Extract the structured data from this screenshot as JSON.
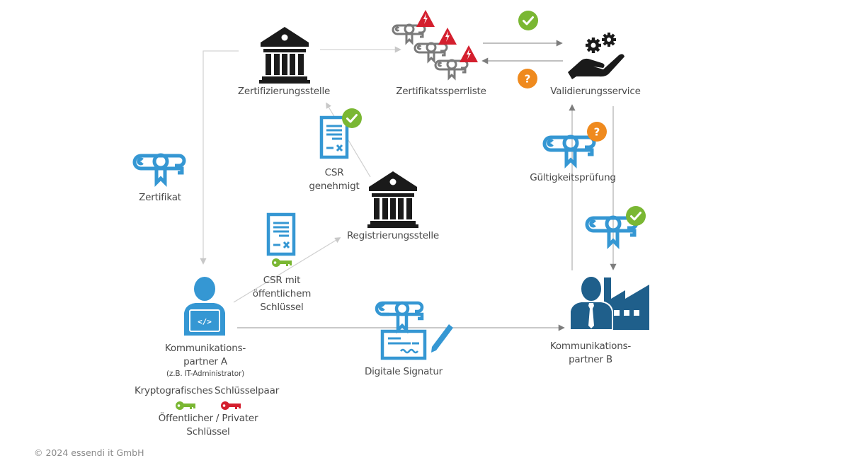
{
  "colors": {
    "blue": "#3597d3",
    "dark_blue": "#1f5f8b",
    "black": "#1a1a1a",
    "gray_icon": "#7a7a7a",
    "red": "#d41f2e",
    "green": "#7ab733",
    "orange": "#ef8a1e",
    "line": "#c8c8c8"
  },
  "nodes": {
    "zertifizierungsstelle": {
      "label": "Zertifizierungsstelle",
      "icon": "bank-building-icon"
    },
    "sperrliste": {
      "label": "Zertifikatssperrliste",
      "icon": "revoked-certificates-icon"
    },
    "validierungsservice": {
      "label": "Validierungsservice",
      "icon": "hand-gears-icon"
    },
    "zertifikat": {
      "label": "Zertifikat",
      "icon": "certificate-icon"
    },
    "csr_genehmigt": {
      "line1": "CSR",
      "line2": "genehmigt",
      "icon": "document-approved-icon"
    },
    "registrierungsstelle": {
      "label": "Registrierungsstelle",
      "icon": "bank-building-icon"
    },
    "gueltigkeitspruefung": {
      "label": "Gültigkeitsprüfung",
      "icon": "certificate-question-icon"
    },
    "gueltig": {
      "icon": "certificate-valid-icon"
    },
    "csr_mit_schluessel": {
      "line1": "CSR mit",
      "line2": "öffentlichem",
      "line3": "Schlüssel",
      "icon": "document-key-icon"
    },
    "partner_a": {
      "line1": "Kommunikations-",
      "line2": "partner A",
      "line3": "(z.B. IT-Administrator)",
      "icon": "developer-laptop-icon"
    },
    "signatur": {
      "label": "Digitale Signatur",
      "icon": "signature-certificate-icon"
    },
    "partner_b": {
      "line1": "Kommunikations-",
      "line2": "partner B",
      "icon": "business-factory-icon"
    }
  },
  "keypair": {
    "title_part1": "Kryptografisches",
    "title_part2": "Schlüsselpaar",
    "public_key_color": "green",
    "private_key_color": "red",
    "caption_line1": "Öffentlicher / Privater",
    "caption_line2": "Schlüssel"
  },
  "badges": {
    "crl_to_validation": "check",
    "validation_to_crl": "question"
  },
  "footer": "© 2024 essendi it GmbH"
}
